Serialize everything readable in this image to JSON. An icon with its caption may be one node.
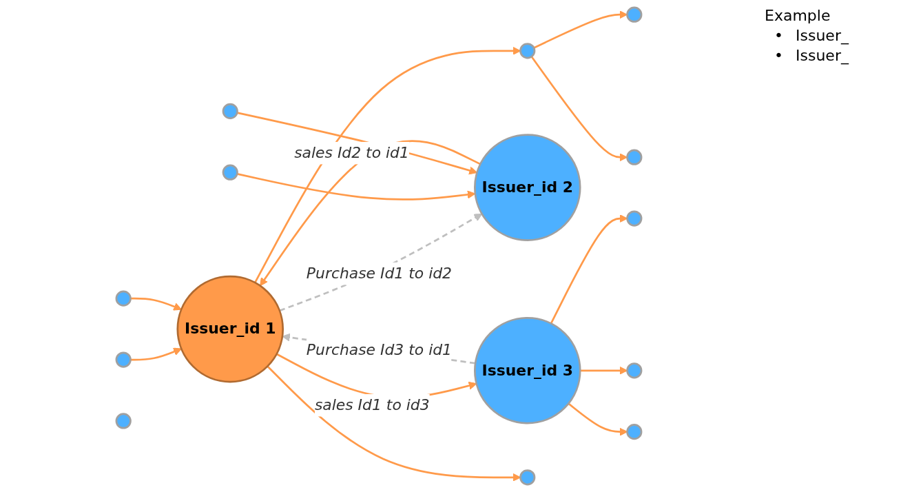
{
  "diagram": {
    "nodes": [
      {
        "text": [],
        "shape": "circle"
      },
      {
        "text": [],
        "shape": "circle"
      },
      {
        "text": [],
        "shape": "circle"
      },
      {
        "text": [],
        "shape": "circle"
      },
      {
        "text": [],
        "shape": "circle"
      },
      {
        "text": [
          "Issuer_id 2"
        ]
      },
      {
        "text": [
          "Issuer_id 1"
        ]
      },
      {
        "text": [
          "Issuer_id 3"
        ]
      },
      {
        "text": [],
        "shape": "circle"
      },
      {
        "text": [],
        "shape": "circle"
      },
      {
        "text": [],
        "shape": "circle"
      },
      {
        "text": [],
        "shape": "circle"
      },
      {
        "text": [],
        "shape": "circle"
      },
      {
        "text": [],
        "shape": "circle"
      },
      {
        "text": [],
        "shape": "circle"
      }
    ],
    "edges": [
      {
        "from": 1,
        "to": 6,
        "arrow": "to"
      },
      {
        "from": 5,
        "to": 6,
        "arrow": "to",
        "label": "sales Id2 to id1"
      },
      {
        "from": 6,
        "to": 7,
        "arrow": "to",
        "label": "sales Id1 to id3"
      },
      {
        "from": 6,
        "to": 2,
        "arrow": "to"
      },
      {
        "from": 2,
        "to": 0,
        "arrow": "to"
      },
      {
        "from": 2,
        "to": 3,
        "arrow": "to"
      },
      {
        "from": 6,
        "to": 5,
        "arrow": "to",
        "label": "Purchase Id1 to id2",
        "style": "dashed",
        "color": "#bfbfbf"
      },
      {
        "from": 7,
        "to": 6,
        "arrow": "to",
        "label": "Purchase Id3 to id1",
        "style": "dashed",
        "color": "#bfbfbf"
      },
      {
        "from": 4,
        "to": 5,
        "arrow": "to"
      },
      {
        "from": 10,
        "to": 5,
        "arrow": "to"
      },
      {
        "from": 7,
        "to": 8,
        "arrow": "to"
      },
      {
        "from": 7,
        "to": 9,
        "arrow": "to"
      },
      {
        "from": 7,
        "to": 11,
        "arrow": "to"
      },
      {
        "from": 12,
        "to": 6,
        "arrow": "to"
      },
      {
        "from": 6,
        "to": 13,
        "arrow": "to"
      }
    ],
    "labels": [
      "Example",
      "•",
      "Issuer_",
      "•",
      "Issuer_"
    ]
  }
}
